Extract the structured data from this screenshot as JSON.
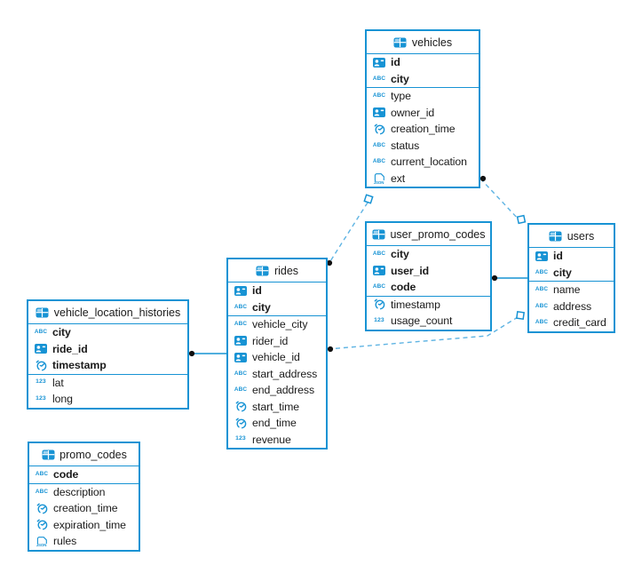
{
  "colors": {
    "accent": "#1793d4",
    "dashed_line": "#5fb4e3",
    "solid_line": "#1793d4",
    "marker_dot": "#101010",
    "marker_square_fill": "#ffffff",
    "text": "#1b1b1b"
  },
  "icons": {
    "text_label": "ABC",
    "number_label": "123",
    "json_label": "JSON"
  },
  "tables": [
    {
      "name": "vehicles",
      "columns": [
        {
          "name": "id",
          "icon": "id-badge-icon",
          "pk": true
        },
        {
          "name": "city",
          "icon": "abc-text-icon",
          "pk": true
        },
        {
          "name": "type",
          "icon": "abc-text-icon",
          "pk": false
        },
        {
          "name": "owner_id",
          "icon": "id-badge-icon",
          "pk": false
        },
        {
          "name": "creation_time",
          "icon": "clock-icon",
          "pk": false
        },
        {
          "name": "status",
          "icon": "abc-text-icon",
          "pk": false
        },
        {
          "name": "current_location",
          "icon": "abc-text-icon",
          "pk": false
        },
        {
          "name": "ext",
          "icon": "json-icon",
          "pk": false
        }
      ]
    },
    {
      "name": "user_promo_codes",
      "columns": [
        {
          "name": "city",
          "icon": "abc-text-icon",
          "pk": true
        },
        {
          "name": "user_id",
          "icon": "id-badge-icon",
          "pk": true
        },
        {
          "name": "code",
          "icon": "abc-text-icon",
          "pk": true
        },
        {
          "name": "timestamp",
          "icon": "clock-icon",
          "pk": false
        },
        {
          "name": "usage_count",
          "icon": "number-123-icon",
          "pk": false
        }
      ]
    },
    {
      "name": "users",
      "columns": [
        {
          "name": "id",
          "icon": "id-badge-icon",
          "pk": true
        },
        {
          "name": "city",
          "icon": "abc-text-icon",
          "pk": true
        },
        {
          "name": "name",
          "icon": "abc-text-icon",
          "pk": false
        },
        {
          "name": "address",
          "icon": "abc-text-icon",
          "pk": false
        },
        {
          "name": "credit_card",
          "icon": "abc-text-icon",
          "pk": false
        }
      ]
    },
    {
      "name": "rides",
      "columns": [
        {
          "name": "id",
          "icon": "id-badge-icon",
          "pk": true
        },
        {
          "name": "city",
          "icon": "abc-text-icon",
          "pk": true
        },
        {
          "name": "vehicle_city",
          "icon": "abc-text-icon",
          "pk": false
        },
        {
          "name": "rider_id",
          "icon": "id-badge-icon",
          "pk": false
        },
        {
          "name": "vehicle_id",
          "icon": "id-badge-icon",
          "pk": false
        },
        {
          "name": "start_address",
          "icon": "abc-text-icon",
          "pk": false
        },
        {
          "name": "end_address",
          "icon": "abc-text-icon",
          "pk": false
        },
        {
          "name": "start_time",
          "icon": "clock-icon",
          "pk": false
        },
        {
          "name": "end_time",
          "icon": "clock-icon",
          "pk": false
        },
        {
          "name": "revenue",
          "icon": "number-123-icon",
          "pk": false
        }
      ]
    },
    {
      "name": "vehicle_location_histories",
      "columns": [
        {
          "name": "city",
          "icon": "abc-text-icon",
          "pk": true
        },
        {
          "name": "ride_id",
          "icon": "id-badge-icon",
          "pk": true
        },
        {
          "name": "timestamp",
          "icon": "clock-icon",
          "pk": true
        },
        {
          "name": "lat",
          "icon": "number-123-icon",
          "pk": false
        },
        {
          "name": "long",
          "icon": "number-123-icon",
          "pk": false
        }
      ]
    },
    {
      "name": "promo_codes",
      "columns": [
        {
          "name": "code",
          "icon": "abc-text-icon",
          "pk": true
        },
        {
          "name": "description",
          "icon": "abc-text-icon",
          "pk": false
        },
        {
          "name": "creation_time",
          "icon": "clock-icon",
          "pk": false
        },
        {
          "name": "expiration_time",
          "icon": "clock-icon",
          "pk": false
        },
        {
          "name": "rules",
          "icon": "json-icon",
          "pk": false
        }
      ]
    }
  ],
  "relations": [
    {
      "from": "vehicles",
      "to": "users",
      "style": "dashed",
      "from_marker": "dot",
      "to_marker": "square"
    },
    {
      "from": "vehicles",
      "to": "rides",
      "style": "dashed",
      "from_marker": "square",
      "to_marker": "dot"
    },
    {
      "from": "rides",
      "to": "users",
      "style": "dashed",
      "from_marker": "dot",
      "to_marker": "square"
    },
    {
      "from": "user_promo_codes",
      "to": "users",
      "style": "solid",
      "from_marker": "dot",
      "to_marker": "none"
    },
    {
      "from": "vehicle_location_histories",
      "to": "rides",
      "style": "solid",
      "from_marker": "dot",
      "to_marker": "none"
    }
  ]
}
